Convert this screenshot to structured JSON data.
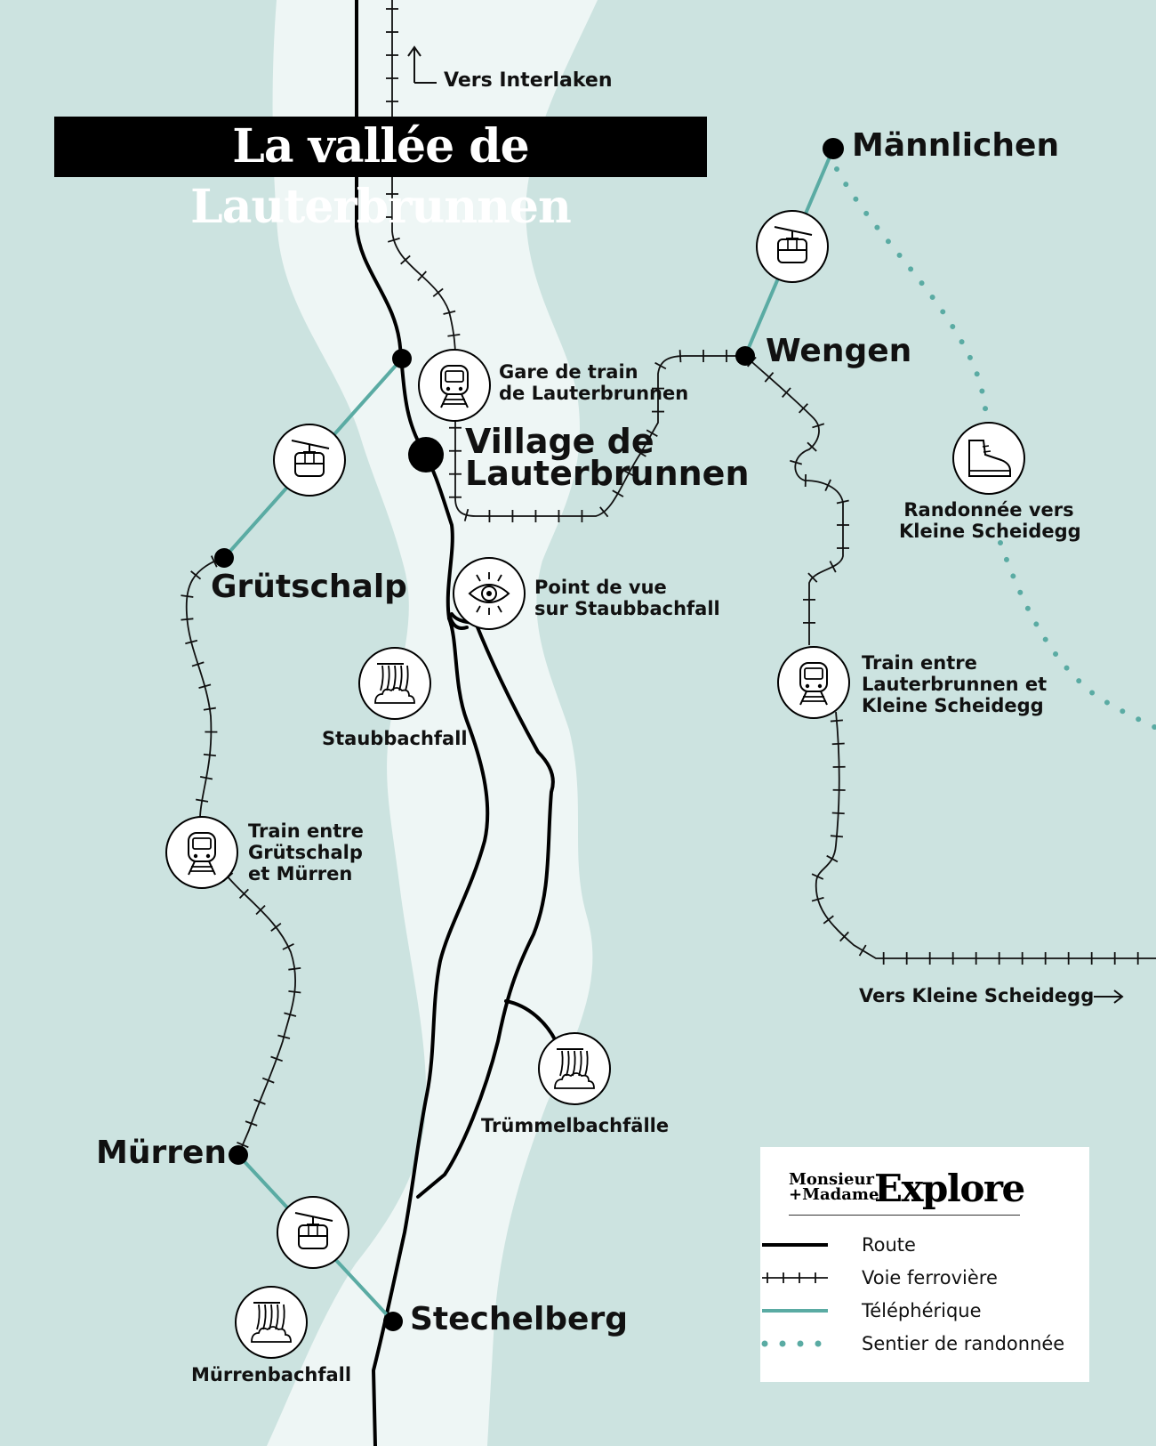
{
  "title": "La vallée de Lauterbrunnen",
  "directions": {
    "interlaken": "Vers Interlaken",
    "kleine_scheidegg": "Vers Kleine Scheidegg"
  },
  "places": {
    "mannlichen": "Männlichen",
    "wengen": "Wengen",
    "grutschalp": "Grütschalp",
    "village_line1": "Village de",
    "village_line2": "Lauterbrunnen",
    "murren": "Mürren",
    "stechelberg": "Stechelberg"
  },
  "poi": {
    "gare_line1": "Gare de train",
    "gare_line2": "de Lauterbrunnen",
    "viewpoint_line1": "Point de vue",
    "viewpoint_line2": "sur Staubbachfall",
    "staubbachfall": "Staubbachfall",
    "hike_line1": "Randonnée vers",
    "hike_line2": "Kleine Scheidegg",
    "train_ks_line1": "Train entre",
    "train_ks_line2": "Lauterbrunnen et",
    "train_ks_line3": "Kleine Scheidegg",
    "train_gm_line1": "Train entre",
    "train_gm_line2": "Grütschalp",
    "train_gm_line3": "et Mürren",
    "trummelbach": "Trümmelbachfälle",
    "murrenbach": "Mürrenbachfall"
  },
  "legend": {
    "brand_small_line1": "Monsieur",
    "brand_small_line2": "+Madame",
    "brand_big": "Explore",
    "items": [
      {
        "label": "Route",
        "symbol": "road"
      },
      {
        "label": "Voie ferrovière",
        "symbol": "railway"
      },
      {
        "label": "Téléphérique",
        "symbol": "cable-car"
      },
      {
        "label": "Sentier de randonnée",
        "symbol": "hiking-trail"
      }
    ]
  },
  "icons": {
    "cable_car": "cable-car-icon",
    "train": "train-icon",
    "eye": "eye-icon",
    "waterfall": "waterfall-icon",
    "hiking_boot": "hiking-boot-icon"
  },
  "colors": {
    "mountain": "#cce3e0",
    "valley": "#eef6f5",
    "road": "#000000",
    "cable": "#5aaba3",
    "trail": "#5aaba3",
    "title_bg": "#000000",
    "title_text": "#ffffff"
  }
}
